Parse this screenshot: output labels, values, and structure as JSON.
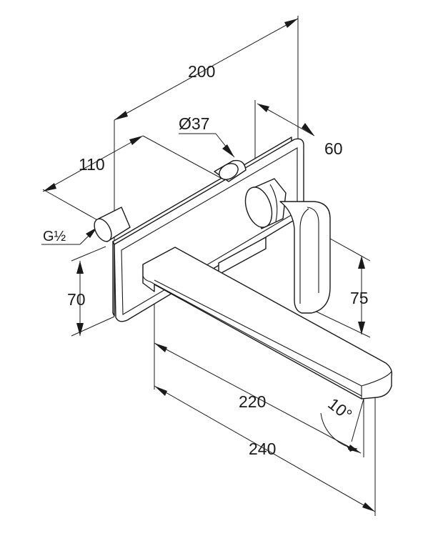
{
  "dimensions": {
    "overall_depth": "200",
    "handle_offset": "60",
    "diameter": "Ø37",
    "connection_depth": "110",
    "thread": "G½",
    "connection_height": "70",
    "handle_height": "75",
    "spout_short": "220",
    "spout_long": "240",
    "angle": "10°"
  },
  "colors": {
    "line": "#1a1a1a",
    "background": "#ffffff"
  }
}
